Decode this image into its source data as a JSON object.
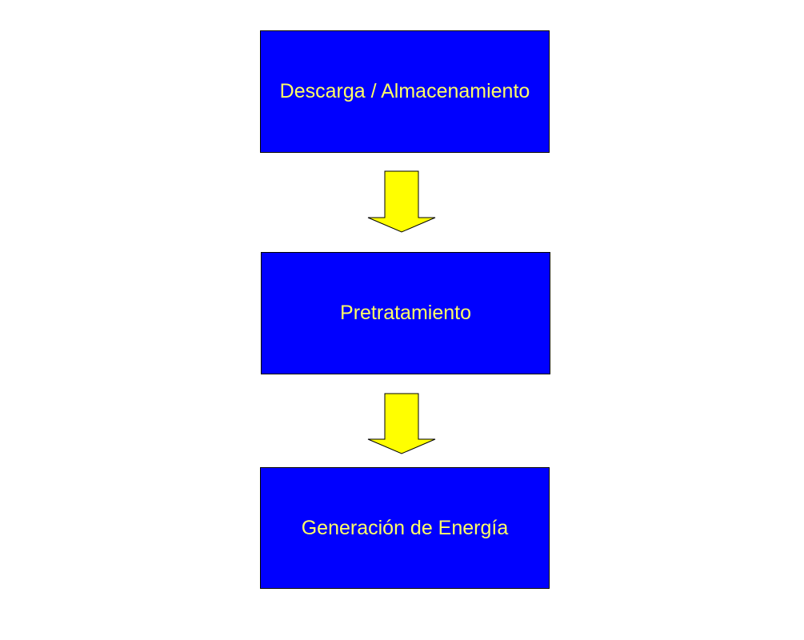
{
  "diagram": {
    "steps": [
      {
        "label": "Descarga / Almacenamiento"
      },
      {
        "label": "Pretratamiento"
      },
      {
        "label": "Generación de Energía"
      }
    ],
    "colors": {
      "box_fill": "#0000ff",
      "text": "#ffff66",
      "arrow_fill": "#ffff00"
    }
  }
}
